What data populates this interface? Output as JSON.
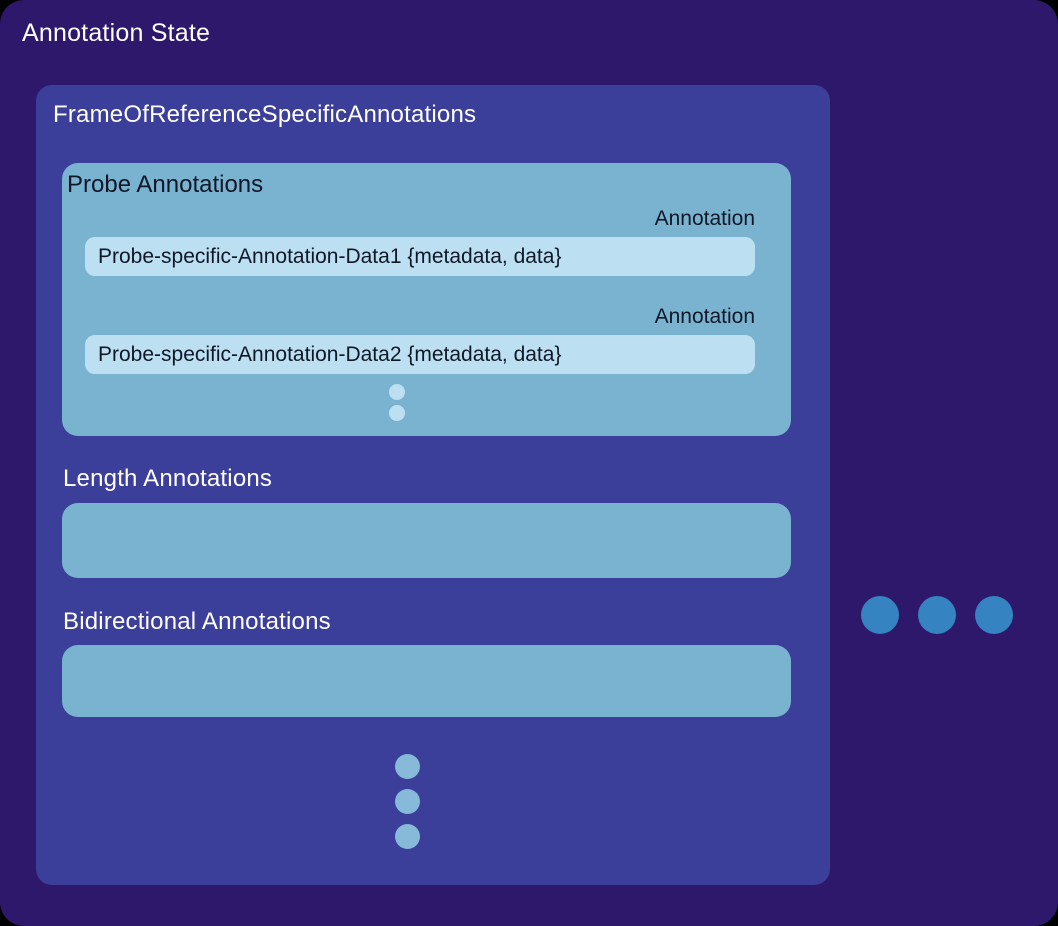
{
  "colors": {
    "outer_background": "#2e186b",
    "inner_background": "#3c3f99",
    "section_background": "#7ab3d0",
    "item_background": "#bce0f2",
    "light_dot": "#86bad8",
    "accent_dot": "#3584c1",
    "heading_text": "#ffffff",
    "dark_text": "#101828"
  },
  "diagram": {
    "title": "Annotation State",
    "frame": {
      "title": "FrameOfReferenceSpecificAnnotations",
      "sections": [
        {
          "title": "Probe Annotations",
          "items": [
            {
              "label": "Annotation",
              "value": "Probe-specific-Annotation-Data1 {metadata, data}"
            },
            {
              "label": "Annotation",
              "value": "Probe-specific-Annotation-Data2 {metadata, data}"
            }
          ],
          "ellipsis": "vertical-dots"
        },
        {
          "title": "Length Annotations",
          "items": []
        },
        {
          "title": "Bidirectional Annotations",
          "items": []
        }
      ],
      "ellipsis": "vertical-dots"
    },
    "more_frames_ellipsis": "horizontal-dots"
  }
}
